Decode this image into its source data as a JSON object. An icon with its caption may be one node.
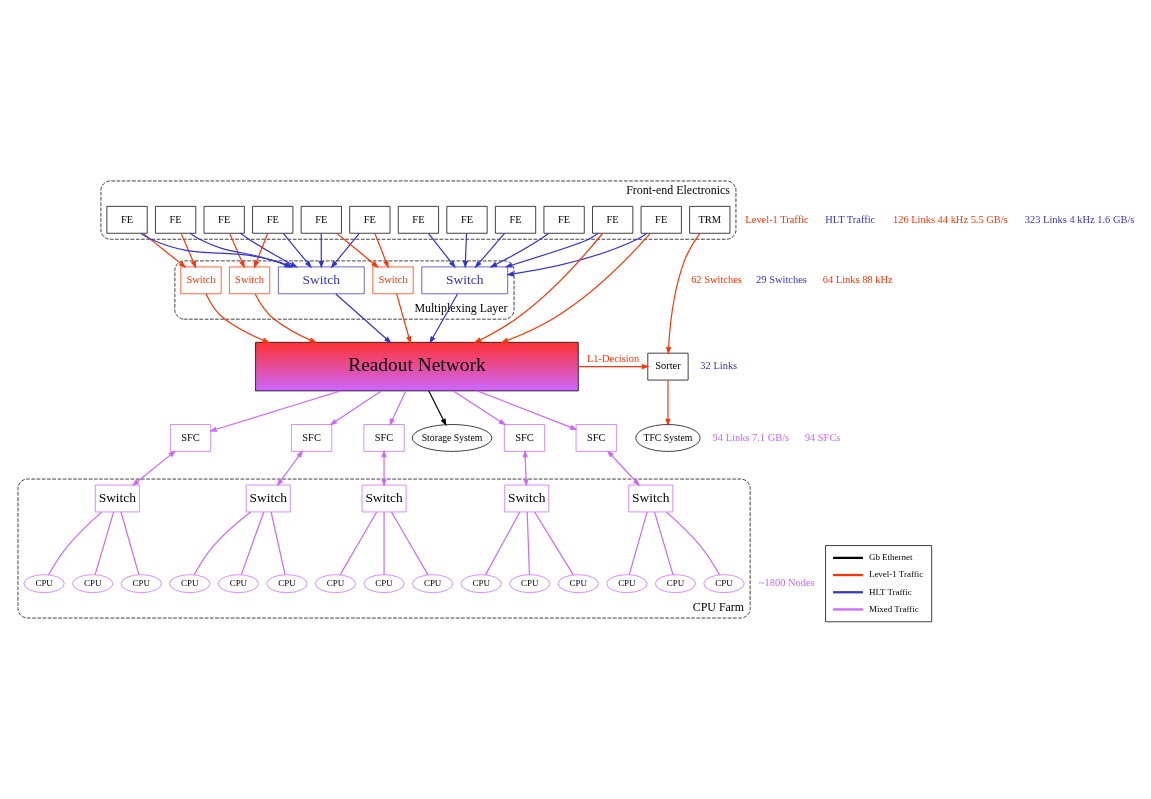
{
  "diagram": {
    "nodes": [
      {
        "text": [
          "Front-end Electronics"
        ]
      },
      {
        "text": [
          "FE"
        ],
        "in": 0
      },
      {
        "text": [
          "FE"
        ],
        "in": 0
      },
      {
        "text": [
          "FE"
        ],
        "in": 0
      },
      {
        "text": [
          "FE"
        ],
        "in": 0
      },
      {
        "text": [
          "FE"
        ],
        "in": 0
      },
      {
        "text": [
          "FE"
        ],
        "in": 0
      },
      {
        "text": [
          "FE"
        ],
        "in": 0
      },
      {
        "text": [
          "FE"
        ],
        "in": 0
      },
      {
        "text": [
          "FE"
        ],
        "in": 0
      },
      {
        "text": [
          "FE"
        ],
        "in": 0
      },
      {
        "text": [
          "FE"
        ],
        "in": 0
      },
      {
        "text": [
          "FE"
        ],
        "in": 0
      },
      {
        "text": [
          "TRM"
        ],
        "in": 0
      },
      {
        "text": [
          "Multiplexing Layer"
        ]
      },
      {
        "text": [
          "Switch"
        ],
        "in": 14
      },
      {
        "text": [
          "Switch"
        ],
        "in": 14
      },
      {
        "text": [
          "Switch"
        ],
        "in": 14
      },
      {
        "text": [
          "Switch"
        ],
        "in": 14
      },
      {
        "text": [
          "Switch"
        ],
        "in": 14
      },
      {
        "text": [
          "Readout Network"
        ]
      },
      {
        "text": [
          "Storage System"
        ]
      },
      {
        "text": [
          "Sorter"
        ]
      },
      {
        "text": [
          "TFC System"
        ]
      },
      {
        "text": [
          "SFC"
        ]
      },
      {
        "text": [
          "SFC"
        ]
      },
      {
        "text": [
          "SFC"
        ]
      },
      {
        "text": [
          "SFC"
        ]
      },
      {
        "text": [
          "SFC"
        ]
      },
      {
        "text": [
          "CPU Farm"
        ]
      },
      {
        "text": [
          "Switch"
        ],
        "in": 29
      },
      {
        "text": [
          "CPU"
        ],
        "in": 29
      },
      {
        "text": [
          "CPU"
        ],
        "in": 29
      },
      {
        "text": [
          "CPU"
        ],
        "in": 29
      },
      {
        "text": [
          "Switch"
        ],
        "in": 29
      },
      {
        "text": [
          "CPU"
        ],
        "in": 29
      },
      {
        "text": [
          "CPU"
        ],
        "in": 29
      },
      {
        "text": [
          "CPU"
        ],
        "in": 29
      },
      {
        "text": [
          "Switch"
        ],
        "in": 29
      },
      {
        "text": [
          "CPU"
        ],
        "in": 29
      },
      {
        "text": [
          "CPU"
        ],
        "in": 29
      },
      {
        "text": [
          "CPU"
        ],
        "in": 29
      },
      {
        "text": [
          "Switch"
        ],
        "in": 29
      },
      {
        "text": [
          "CPU"
        ],
        "in": 29
      },
      {
        "text": [
          "CPU"
        ],
        "in": 29
      },
      {
        "text": [
          "CPU"
        ],
        "in": 29
      },
      {
        "text": [
          "Switch"
        ],
        "in": 29
      },
      {
        "text": [
          "CPU"
        ],
        "in": 29
      },
      {
        "text": [
          "CPU"
        ],
        "in": 29
      },
      {
        "text": [
          "CPU"
        ],
        "in": 29
      }
    ],
    "edges": [
      {
        "from": 1,
        "to": 15,
        "arrow": "to",
        "color": "#ff3300"
      },
      {
        "from": 2,
        "to": 15,
        "arrow": "to",
        "color": "#ff3300"
      },
      {
        "from": 3,
        "to": 16,
        "arrow": "to",
        "color": "#ff3300"
      },
      {
        "from": 4,
        "to": 16,
        "arrow": "to",
        "color": "#ff3300"
      },
      {
        "from": 5,
        "to": 17,
        "arrow": "to",
        "color": "#ff3300"
      },
      {
        "from": 6,
        "to": 17,
        "arrow": "to",
        "color": "#ff3300"
      },
      {
        "from": 7,
        "to": 20,
        "arrow": "to",
        "color": "#ff3300"
      },
      {
        "from": 8,
        "to": 20,
        "arrow": "to",
        "color": "#ff3300"
      },
      {
        "from": 1,
        "to": 18,
        "arrow": "to",
        "color": "#3333cc"
      },
      {
        "from": 2,
        "to": 18,
        "arrow": "to",
        "color": "#3333cc"
      },
      {
        "from": 3,
        "to": 18,
        "arrow": "to",
        "color": "#3333cc"
      },
      {
        "from": 4,
        "to": 18,
        "arrow": "to",
        "color": "#3333cc"
      },
      {
        "from": 5,
        "to": 18,
        "arrow": "to",
        "color": "#3333cc"
      },
      {
        "from": 6,
        "to": 18,
        "arrow": "to",
        "color": "#3333cc"
      },
      {
        "from": 7,
        "to": 19,
        "arrow": "to",
        "color": "#3333cc"
      },
      {
        "from": 8,
        "to": 19,
        "arrow": "to",
        "color": "#3333cc"
      },
      {
        "from": 9,
        "to": 19,
        "arrow": "to",
        "color": "#3333cc"
      },
      {
        "from": 10,
        "to": 19,
        "arrow": "to",
        "color": "#3333cc"
      },
      {
        "from": 11,
        "to": 19,
        "arrow": "to",
        "color": "#3333cc"
      },
      {
        "from": 12,
        "to": 19,
        "arrow": "to",
        "color": "#3333cc"
      },
      {
        "from": 15,
        "to": 20,
        "arrow": "to",
        "color": "#ff3300"
      },
      {
        "from": 16,
        "to": 20,
        "arrow": "to",
        "color": "#ff3300"
      },
      {
        "from": 17,
        "to": 20,
        "arrow": "to",
        "color": "#ff3300"
      },
      {
        "from": 18,
        "to": 20,
        "arrow": "to",
        "color": "#3333cc"
      },
      {
        "from": 19,
        "to": 20,
        "arrow": "to",
        "color": "#3333cc"
      },
      {
        "from": 13,
        "to": 22,
        "arrow": "to",
        "color": "#ff3300"
      },
      {
        "from": 20,
        "to": 22,
        "arrow": "to",
        "label": "L1-Decision",
        "color": "#ff3300"
      },
      {
        "from": 22,
        "to": 23,
        "arrow": "to",
        "color": "#ff3300"
      },
      {
        "from": 20,
        "to": 21,
        "arrow": "to",
        "color": "#000000"
      },
      {
        "from": 20,
        "to": 24,
        "arrow": "to"
      },
      {
        "from": 20,
        "to": 25,
        "arrow": "to"
      },
      {
        "from": 20,
        "to": 26,
        "arrow": "to"
      },
      {
        "from": 20,
        "to": 27,
        "arrow": "to"
      },
      {
        "from": 20,
        "to": 28,
        "arrow": "to"
      },
      {
        "from": 24,
        "to": 30,
        "arrow": "both"
      },
      {
        "from": 25,
        "to": 34,
        "arrow": "both"
      },
      {
        "from": 26,
        "to": 38,
        "arrow": "both"
      },
      {
        "from": 27,
        "to": 42,
        "arrow": "both"
      },
      {
        "from": 28,
        "to": 46,
        "arrow": "both"
      },
      {
        "from": 30,
        "to": 31,
        "arrow": "none"
      },
      {
        "from": 30,
        "to": 32,
        "arrow": "none"
      },
      {
        "from": 30,
        "to": 33,
        "arrow": "none"
      },
      {
        "from": 34,
        "to": 35,
        "arrow": "none"
      },
      {
        "from": 34,
        "to": 36,
        "arrow": "none"
      },
      {
        "from": 34,
        "to": 37,
        "arrow": "none"
      },
      {
        "from": 38,
        "to": 39,
        "arrow": "none"
      },
      {
        "from": 38,
        "to": 40,
        "arrow": "none"
      },
      {
        "from": 38,
        "to": 41,
        "arrow": "none"
      },
      {
        "from": 42,
        "to": 43,
        "arrow": "none"
      },
      {
        "from": 42,
        "to": 44,
        "arrow": "none"
      },
      {
        "from": 42,
        "to": 45,
        "arrow": "none"
      },
      {
        "from": 46,
        "to": 47,
        "arrow": "none"
      },
      {
        "from": 46,
        "to": 48,
        "arrow": "none"
      },
      {
        "from": 46,
        "to": 49,
        "arrow": "none"
      }
    ],
    "labels": [
      "Level-1 Traffic",
      "HLT Traffic",
      "126 Links 44 kHz 5.5 GB/s",
      "323 Links 4 kHz 1.6 GB/s",
      "62 Switches",
      "29 Switches",
      "64 Links 88 kHz",
      "32 Links",
      "94 Links 7.1 GB/s",
      "94 SFCs",
      "~1800 Nodes"
    ],
    "legend": [
      {
        "text": "Gb Ethernet"
      },
      {
        "text": "Level-1 Traffic"
      },
      {
        "text": "HLT Traffic"
      },
      {
        "text": "Mixed Traffic"
      }
    ]
  }
}
